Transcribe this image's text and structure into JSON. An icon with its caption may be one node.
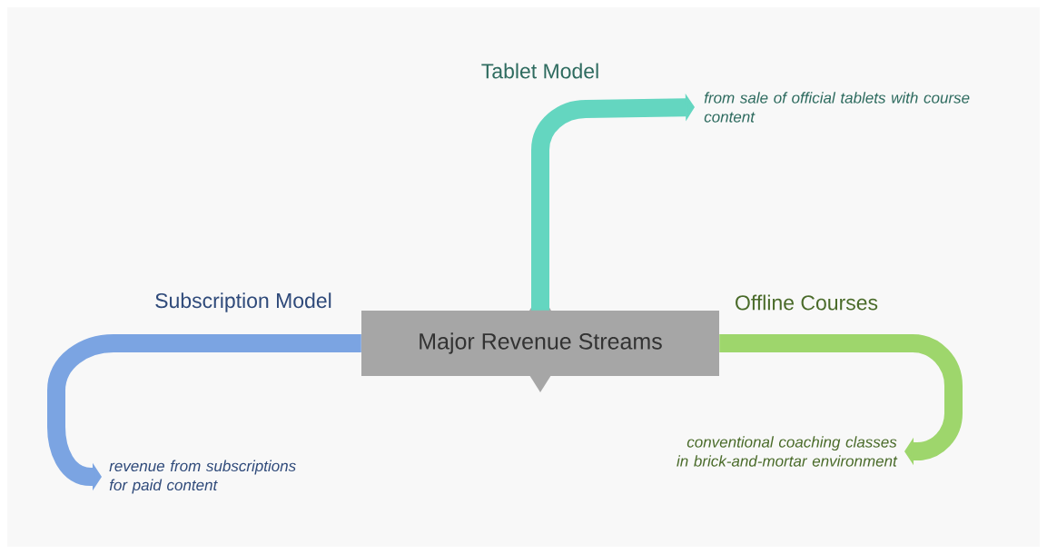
{
  "diagram": {
    "nodes": [
      {
        "text": [
          "Major Revenue Streams"
        ]
      },
      {
        "text": [
          "from sale of official tablets with course content"
        ]
      },
      {
        "text": [
          "revenue from subscriptions for paid content"
        ]
      },
      {
        "text": [
          "conventional coaching classes in brick-and-mortar environment"
        ]
      }
    ],
    "edges": [
      {
        "from": 0,
        "to": 1,
        "arrow": "to",
        "label": "Tablet Model",
        "color": "#64d6c0"
      },
      {
        "from": 0,
        "to": 2,
        "arrow": "to",
        "label": "Subscription Model",
        "color": "#7ba4e2"
      },
      {
        "from": 0,
        "to": 3,
        "arrow": "to",
        "label": "Offline Courses",
        "color": "#9ed66c"
      }
    ]
  }
}
